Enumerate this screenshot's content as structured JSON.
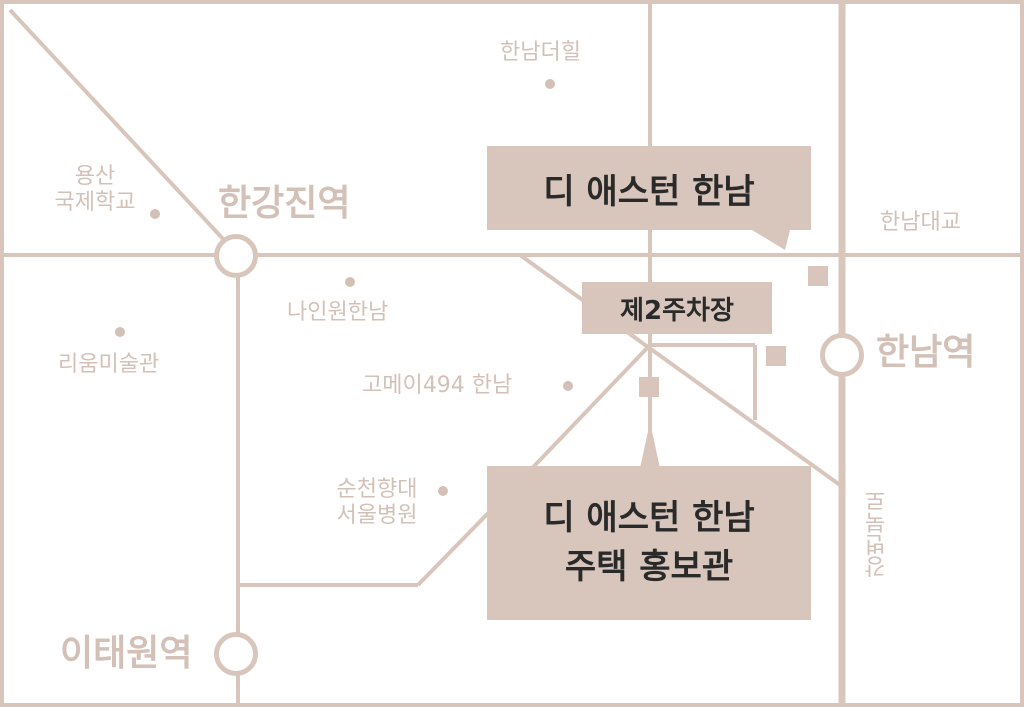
{
  "stations": {
    "hangangjin": "한강진역",
    "hannam": "한남역",
    "itaewon": "이태원역"
  },
  "places": {
    "hannam_the_hill": "한남더힐",
    "yongsan_school_line1": "용산",
    "yongsan_school_line2": "국제학교",
    "hannam_bridge": "한남대교",
    "nine_one_hannam": "나인원한남",
    "leeum": "리움미술관",
    "gomei": "고메이494 한남",
    "soonchunhyang_line1": "순천향대",
    "soonchunhyang_line2": "서울병원",
    "gangbyeon_road": "강변북로"
  },
  "callouts": {
    "project_name": "디 애스턴 한남",
    "parking": "제2주차장",
    "gallery_line1": "디 애스턴 한남",
    "gallery_line2": "주택 홍보관"
  },
  "colors": {
    "road": "#d8c6bd",
    "label": "#d3c1b8",
    "callout_bg": "#d8c6bd",
    "callout_text": "#2a2a2a"
  }
}
